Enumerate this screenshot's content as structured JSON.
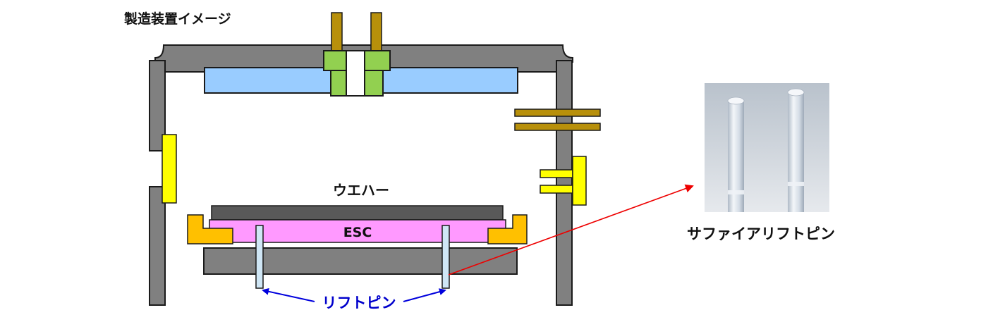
{
  "title": "製造装置イメージ",
  "labels": {
    "wafer": "ウエハー",
    "esc": "ESC",
    "lift_pin": "リフトピン",
    "photo_caption": "サファイアリフトピン"
  },
  "colors": {
    "chamber": "#808080",
    "stroke": "#1a1a1a",
    "electrode": "#99ccff",
    "port_brass": "#b8900b",
    "nozzle_green": "#92d050",
    "window_yellow": "#ffff00",
    "clamp_orange": "#ffc000",
    "esc_pink": "#ff99ff",
    "wafer_dark": "#595959",
    "pin_light": "#cfe6f5",
    "arrow_blue": "#0000dd",
    "arrow_red": "#ee0000",
    "label_blue": "#0000cc"
  }
}
